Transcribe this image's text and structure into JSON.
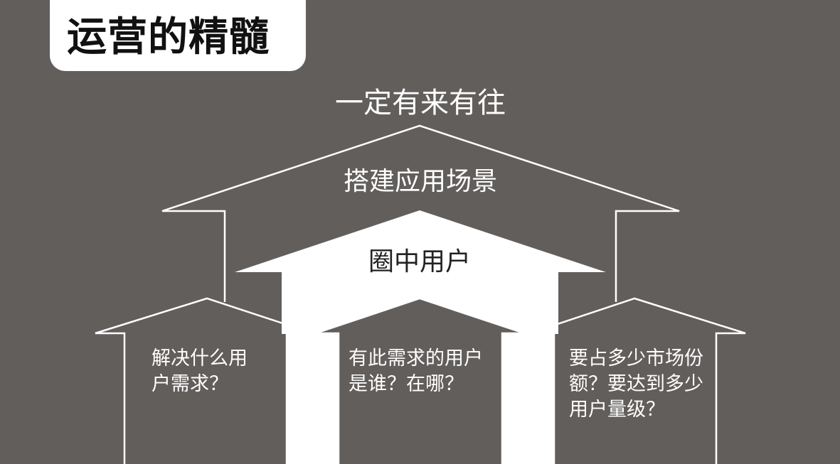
{
  "header": {
    "title": "运营的精髓"
  },
  "diagram": {
    "top_label": "一定有来有往",
    "big_roof_label": "搭建应用场景",
    "core_label": "圈中用户",
    "houses": [
      {
        "text": "解决什么用户需求？"
      },
      {
        "text": "有此需求的用户是谁？在哪？"
      },
      {
        "text": "要占多少市场份额？要达到多少用户量级？"
      }
    ]
  },
  "colors": {
    "background": "#625e5c",
    "foreground": "#ffffff",
    "title_text": "#111111",
    "core_text": "#222222"
  }
}
